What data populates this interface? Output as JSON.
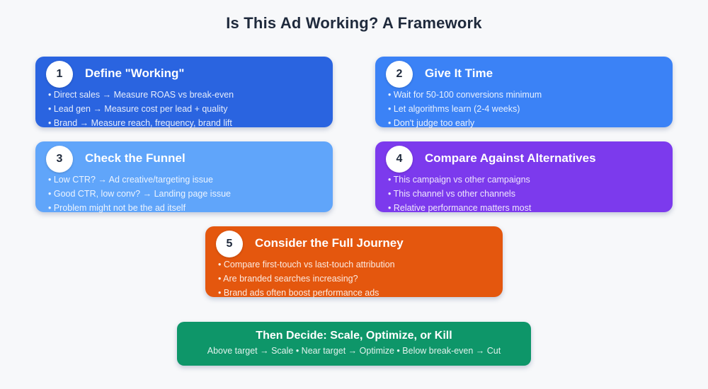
{
  "page": {
    "title": "Is This Ad Working? A Framework",
    "background": "#f7f8fa",
    "title_color": "#1f2a3c"
  },
  "cards": [
    {
      "number": "1",
      "title": "Define \"Working\"",
      "color": "#2a64e0",
      "bullets": [
        "• Direct sales → Measure ROAS vs break-even",
        "• Lead gen → Measure cost per lead + quality",
        "• Brand → Measure reach, frequency, brand lift"
      ]
    },
    {
      "number": "2",
      "title": "Give It Time",
      "color": "#3b82f6",
      "bullets": [
        "• Wait for 50-100 conversions minimum",
        "• Let algorithms learn (2-4 weeks)",
        "• Don't judge too early"
      ]
    },
    {
      "number": "3",
      "title": "Check the Funnel",
      "color": "#60a5fa",
      "bullets": [
        "• Low CTR? → Ad creative/targeting issue",
        "• Good CTR, low conv? → Landing page issue",
        "• Problem might not be the ad itself"
      ]
    },
    {
      "number": "4",
      "title": "Compare Against Alternatives",
      "color": "#7c3aed",
      "bullets": [
        "• This campaign vs other campaigns",
        "• This channel vs other channels",
        "• Relative performance matters most"
      ]
    },
    {
      "number": "5",
      "title": "Consider the Full Journey",
      "color": "#e4570e",
      "bullets": [
        "• Compare first-touch vs last-touch attribution",
        "• Are branded searches increasing?",
        "• Brand ads often boost performance ads"
      ]
    }
  ],
  "banner": {
    "title": "Then Decide: Scale, Optimize, or Kill",
    "subtitle": "Above target → Scale • Near target → Optimize • Below break-even → Cut",
    "color": "#0e9669"
  }
}
